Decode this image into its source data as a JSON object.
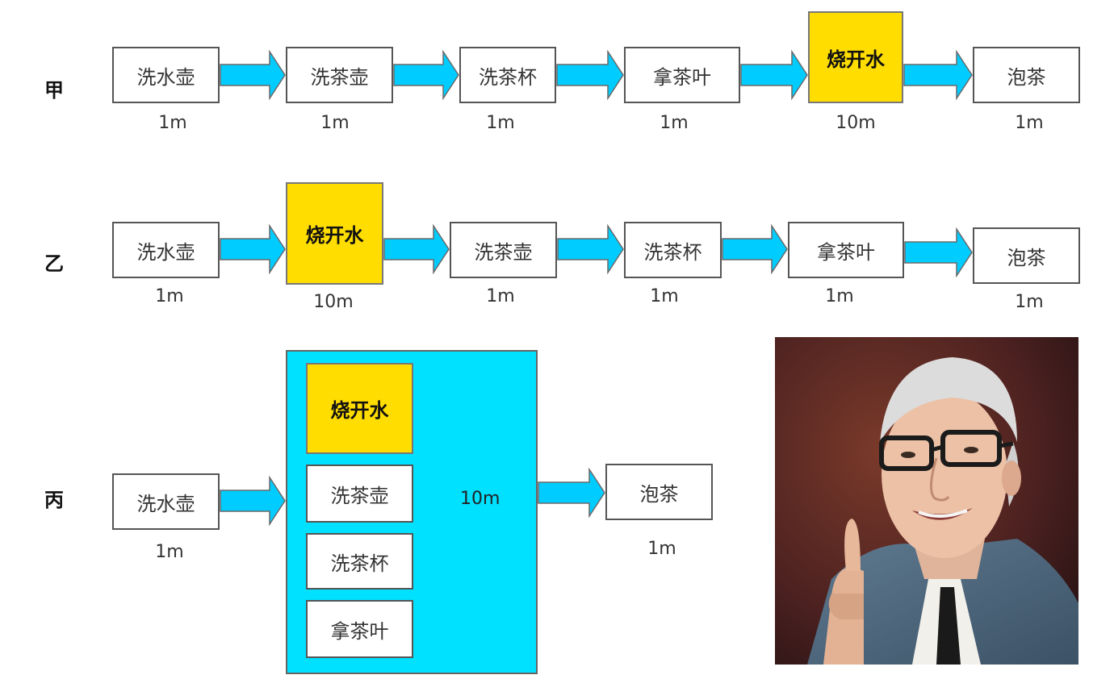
{
  "rows": [
    {
      "label": "甲",
      "steps": [
        {
          "text": "洗水壶",
          "dur": "1m",
          "highlight": false
        },
        {
          "text": "洗茶壶",
          "dur": "1m",
          "highlight": false
        },
        {
          "text": "洗茶杯",
          "dur": "1m",
          "highlight": false
        },
        {
          "text": "拿茶叶",
          "dur": "1m",
          "highlight": false
        },
        {
          "text": "烧开水",
          "dur": "10m",
          "highlight": true
        },
        {
          "text": "泡茶",
          "dur": "1m",
          "highlight": false
        }
      ]
    },
    {
      "label": "乙",
      "steps": [
        {
          "text": "洗水壶",
          "dur": "1m",
          "highlight": false
        },
        {
          "text": "烧开水",
          "dur": "10m",
          "highlight": true
        },
        {
          "text": "洗茶壶",
          "dur": "1m",
          "highlight": false
        },
        {
          "text": "洗茶杯",
          "dur": "1m",
          "highlight": false
        },
        {
          "text": "拿茶叶",
          "dur": "1m",
          "highlight": false
        },
        {
          "text": "泡茶",
          "dur": "1m",
          "highlight": false
        }
      ]
    },
    {
      "label": "丙",
      "first": {
        "text": "洗水壶",
        "dur": "1m"
      },
      "parallel": {
        "dur": "10m",
        "steps": [
          {
            "text": "烧开水",
            "highlight": true
          },
          {
            "text": "洗茶壶",
            "highlight": false
          },
          {
            "text": "洗茶杯",
            "highlight": false
          },
          {
            "text": "拿茶叶",
            "highlight": false
          }
        ]
      },
      "last": {
        "text": "泡茶",
        "dur": "1m"
      }
    }
  ],
  "colors": {
    "highlight": "#ffdd00",
    "arrow": "#00ccff",
    "group": "#00e0ff"
  },
  "photo": {
    "icon": "portrait-photo"
  }
}
